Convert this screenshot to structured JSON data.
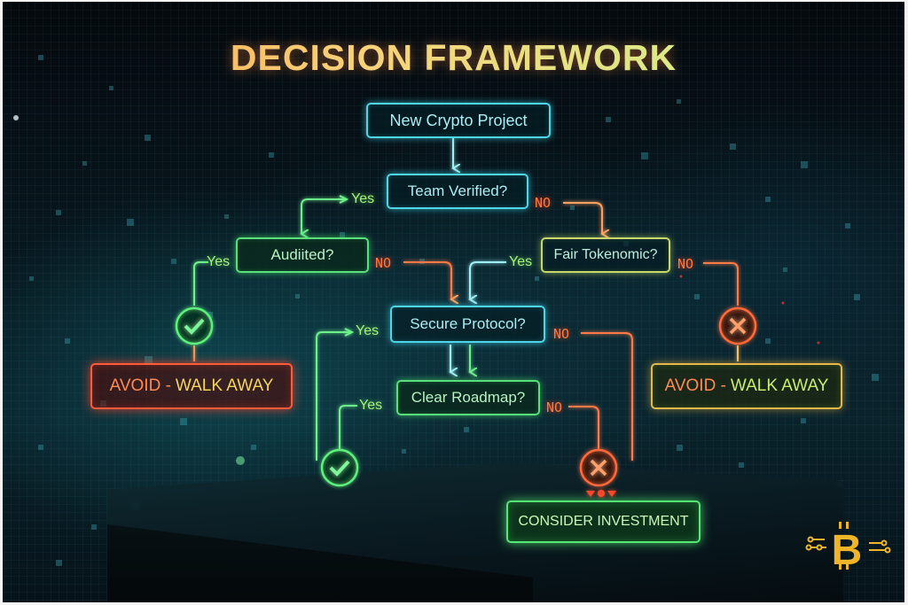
{
  "title": "DECISION FRAMEWORK",
  "colors": {
    "cyan": "#4fd6e6",
    "green": "#59e07a",
    "red": "#ff5a3a",
    "orange": "#ff8a50",
    "gold": "#f0b429",
    "background": "#081820"
  },
  "nodes": {
    "start": "New Crypto Project",
    "team_verified": "Team Verified?",
    "audited": "Audiited?",
    "fair_tokenomic": "Fair Tokenomic?",
    "secure_protocol": "Secure Protocol?",
    "clear_roadmap": "Clear Roadmap?"
  },
  "outcomes": {
    "left_avoid": {
      "part1": "AVOID - ",
      "part2": "WALK AWAY"
    },
    "right_avoid": {
      "part1": "AVOID - ",
      "part2": "WALK AWAY"
    },
    "consider": "CONSIDER INVESTMENT"
  },
  "labels": {
    "team_yes": "Yes",
    "team_no": "NO",
    "audited_yes": "Yes",
    "audited_no": "NO",
    "tokenomic_yes": "Yes",
    "tokenomic_no": "NO",
    "secure_yes": "Yes",
    "secure_no": "NO",
    "roadmap_yes": "Yes",
    "roadmap_no": "NO"
  },
  "icons": {
    "check": "check-circle-icon",
    "cross": "x-circle-icon",
    "logo": "bitcoin-icon"
  }
}
